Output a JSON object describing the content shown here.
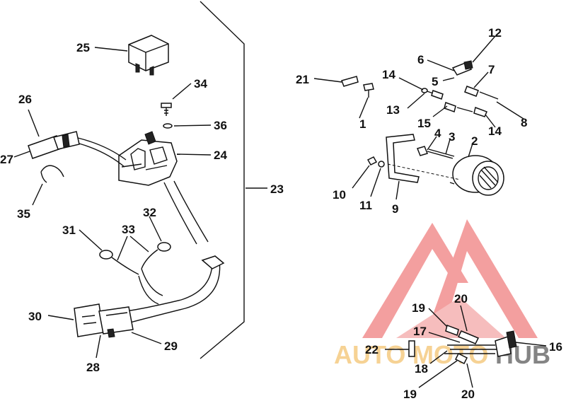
{
  "diagram": {
    "callouts": [
      {
        "id": "c1",
        "text": "1"
      },
      {
        "id": "c2",
        "text": "2"
      },
      {
        "id": "c3",
        "text": "3"
      },
      {
        "id": "c4",
        "text": "4"
      },
      {
        "id": "c5",
        "text": "5"
      },
      {
        "id": "c6",
        "text": "6"
      },
      {
        "id": "c7",
        "text": "7"
      },
      {
        "id": "c8",
        "text": "8"
      },
      {
        "id": "c9",
        "text": "9"
      },
      {
        "id": "c10",
        "text": "10"
      },
      {
        "id": "c11",
        "text": "11"
      },
      {
        "id": "c12",
        "text": "12"
      },
      {
        "id": "c13",
        "text": "13"
      },
      {
        "id": "c14a",
        "text": "14"
      },
      {
        "id": "c14b",
        "text": "14"
      },
      {
        "id": "c15",
        "text": "15"
      },
      {
        "id": "c16",
        "text": "16"
      },
      {
        "id": "c17",
        "text": "17"
      },
      {
        "id": "c18",
        "text": "18"
      },
      {
        "id": "c19a",
        "text": "19"
      },
      {
        "id": "c19b",
        "text": "19"
      },
      {
        "id": "c20a",
        "text": "20"
      },
      {
        "id": "c20b",
        "text": "20"
      },
      {
        "id": "c21",
        "text": "21"
      },
      {
        "id": "c22",
        "text": "22"
      },
      {
        "id": "c23",
        "text": "23"
      },
      {
        "id": "c24",
        "text": "24"
      },
      {
        "id": "c25",
        "text": "25"
      },
      {
        "id": "c26",
        "text": "26"
      },
      {
        "id": "c27",
        "text": "27"
      },
      {
        "id": "c28",
        "text": "28"
      },
      {
        "id": "c29",
        "text": "29"
      },
      {
        "id": "c30",
        "text": "30"
      },
      {
        "id": "c31",
        "text": "31"
      },
      {
        "id": "c32",
        "text": "32"
      },
      {
        "id": "c33",
        "text": "33"
      },
      {
        "id": "c34",
        "text": "34"
      },
      {
        "id": "c35",
        "text": "35"
      },
      {
        "id": "c36",
        "text": "36"
      }
    ]
  },
  "watermark": {
    "word_left": "AUTO",
    "word_mid": "MOTO",
    "word_right": "HUB",
    "colors": {
      "logo": "#f08080",
      "text": "#f4c87a",
      "text_dark": "#666666"
    }
  }
}
